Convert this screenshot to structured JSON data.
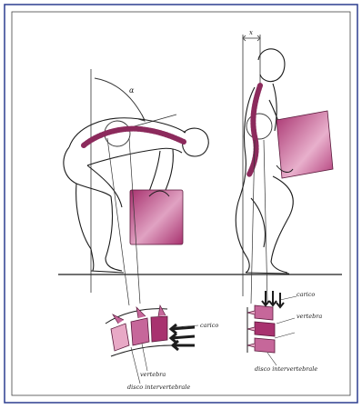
{
  "labels": {
    "angle_left": "α",
    "offset_right": "x",
    "left_detail": {
      "load": "carico",
      "vertebra": "vertebra",
      "disc": "disco intervertebrale"
    },
    "right_detail": {
      "load": "carico",
      "vertebra": "vertebra",
      "disc": "disco intervertebrale"
    }
  },
  "colors": {
    "frame": "#2c3d8f",
    "accent": "#a8326f",
    "accent_light": "#e8a9c6",
    "spine": "#8c2a5c",
    "ink": "#1c1c1c"
  }
}
